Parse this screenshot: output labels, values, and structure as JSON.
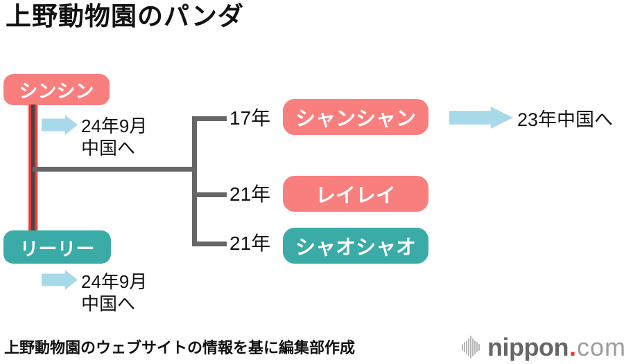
{
  "title": "上野動物園のパンダ",
  "colors": {
    "salmon": "#F97E7E",
    "teal": "#3AABA6",
    "line_gray": "#666666",
    "line_red": "#E53C3C",
    "line_pink": "#FF9090",
    "arrow_blue": "#A7D9E9",
    "text_black": "#111111",
    "logo_gray": "#666666",
    "logo_light_gray": "#9C9C9C",
    "logo_dot_red": "#E8392B"
  },
  "parents": [
    {
      "name": "シンシン",
      "note_line1": "24年9月",
      "note_line2": "中国へ"
    },
    {
      "name": "リーリー",
      "note_line1": "24年9月",
      "note_line2": "中国へ"
    }
  ],
  "children": [
    {
      "year": "17年",
      "name": "シャンシャン",
      "note": "23年中国へ"
    },
    {
      "year": "21年",
      "name": "レイレイ"
    },
    {
      "year": "21年",
      "name": "シャオシャオ"
    }
  ],
  "footer": {
    "source": "上野動物園のウェブサイトの情報を基に編集部作成"
  },
  "logo": {
    "name": "nippon",
    "dot": ".",
    "tld": "com"
  }
}
